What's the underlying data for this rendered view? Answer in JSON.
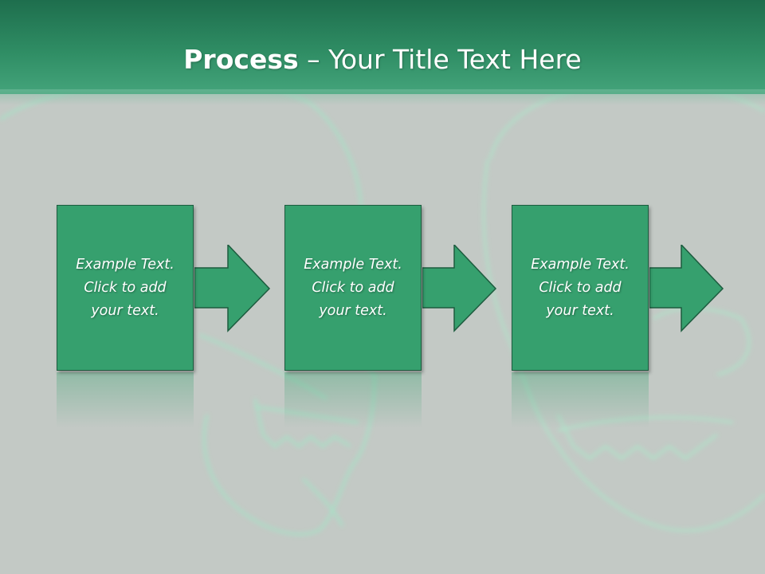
{
  "slide": {
    "title_bold": "Process",
    "title_rest": " – Your Title Text Here"
  },
  "steps": [
    {
      "text": "Example Text.\nClick  to add\nyour text."
    },
    {
      "text": "Example Text.\nClick  to add\nyour text."
    },
    {
      "text": "Example Text.\nClick  to add\nyour text."
    }
  ],
  "colors": {
    "header": "#2f8d64",
    "box": "#36a06e",
    "arrow": "#36a06e",
    "background": "#c3c9c5"
  }
}
